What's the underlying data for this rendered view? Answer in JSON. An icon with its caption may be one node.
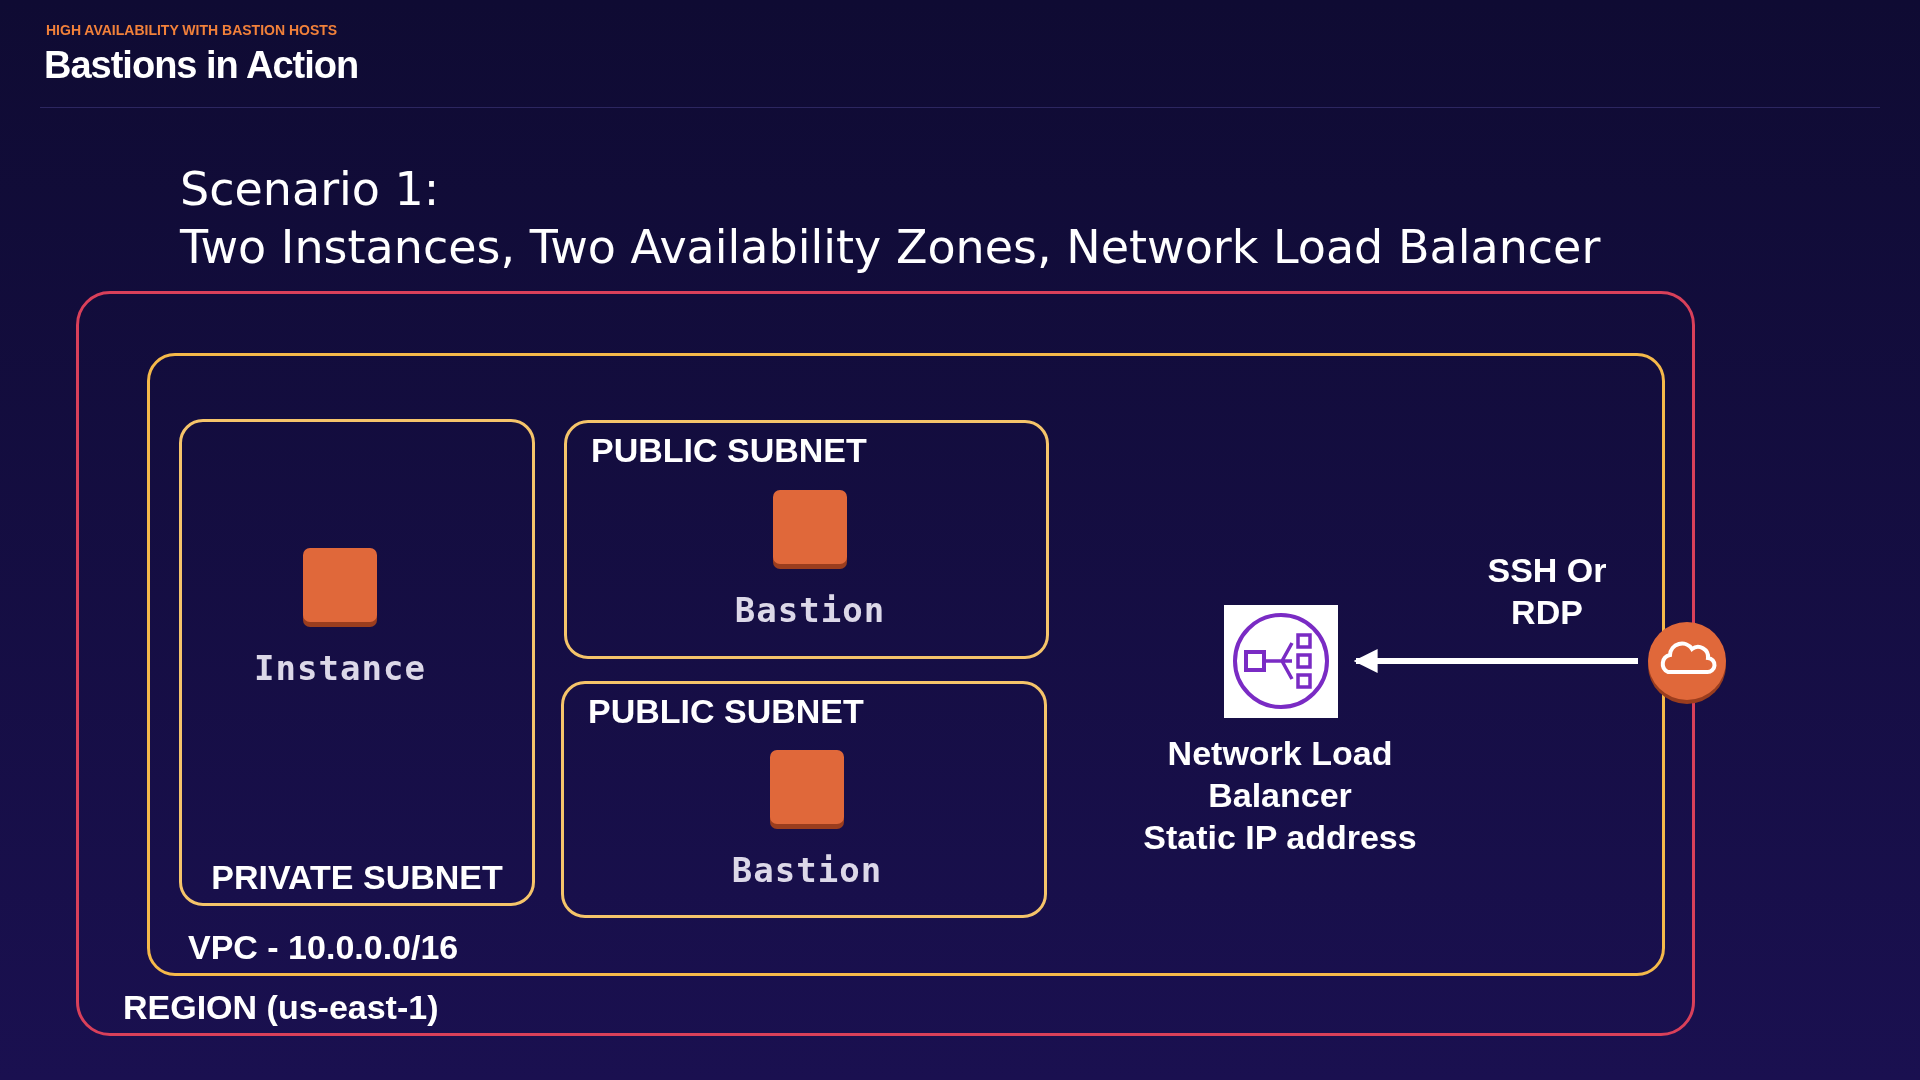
{
  "diagram": {
    "title": "Bastions in Action",
    "nodes": [
      {
        "text": [
          "REGION (us-east-1)"
        ]
      },
      {
        "text": [
          "VPC - 10.0.0.0/16"
        ],
        "in": 0
      },
      {
        "text": [
          "PRIVATE SUBNET"
        ],
        "in": 1
      },
      {
        "text": [
          "Instance"
        ],
        "in": 2
      },
      {
        "text": [
          "PUBLIC SUBNET"
        ],
        "in": 1
      },
      {
        "text": [
          "Bastion"
        ],
        "in": 4
      },
      {
        "text": [
          "PUBLIC SUBNET"
        ],
        "in": 1
      },
      {
        "text": [
          "Bastion"
        ],
        "in": 6
      },
      {
        "text": [
          "Network Load Balancer",
          "Static IP address"
        ],
        "in": 1
      },
      {
        "text": [],
        "shape": "circle"
      }
    ],
    "edges": [
      {
        "from": 9,
        "to": 8,
        "arrow": "to",
        "label": "SSH Or RDP"
      }
    ],
    "labels": [
      "HIGH AVAILABILITY WITH BASTION HOSTS",
      "Scenario 1:",
      "Two Instances, Two Availability Zones, Network Load Balancer"
    ]
  }
}
